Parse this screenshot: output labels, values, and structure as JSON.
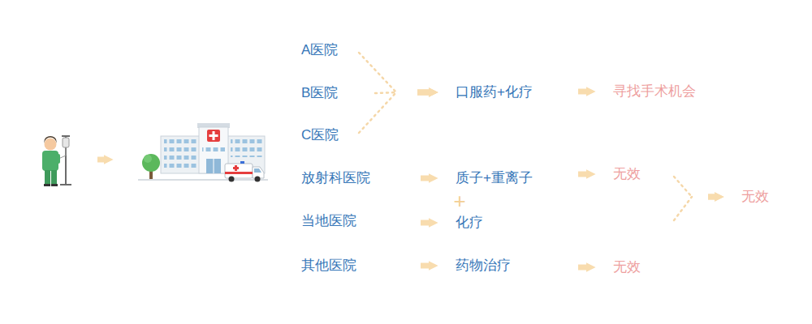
{
  "diagram": {
    "nodes": [
      {
        "text": [
          "A医院"
        ]
      },
      {
        "text": [
          "B医院"
        ]
      },
      {
        "text": [
          "C医院"
        ]
      },
      {
        "text": [
          "口服药+化疗"
        ]
      },
      {
        "text": [
          "寻找手术机会"
        ]
      },
      {
        "text": [
          "放射科医院"
        ]
      },
      {
        "text": [
          "质子+重离子"
        ]
      },
      {
        "text": [
          "无效"
        ]
      },
      {
        "text": [
          "无效"
        ]
      },
      {
        "text": [
          "当地医院"
        ]
      },
      {
        "text": [
          "化疗"
        ]
      },
      {
        "text": [
          "其他医院"
        ]
      },
      {
        "text": [
          "药物治疗"
        ]
      },
      {
        "text": [
          "无效"
        ]
      }
    ],
    "edges": [
      {
        "from": 0,
        "to": 3,
        "arrow": "to"
      },
      {
        "from": 1,
        "to": 3,
        "arrow": "to"
      },
      {
        "from": 2,
        "to": 3,
        "arrow": "to"
      },
      {
        "from": 3,
        "to": 4,
        "arrow": "to"
      },
      {
        "from": 5,
        "to": 6,
        "arrow": "to"
      },
      {
        "from": 6,
        "to": 7,
        "arrow": "to"
      },
      {
        "from": 7,
        "to": 8,
        "arrow": "to"
      },
      {
        "from": 10,
        "to": 8,
        "arrow": "to"
      },
      {
        "from": 9,
        "to": 10,
        "arrow": "to"
      },
      {
        "from": 11,
        "to": 12,
        "arrow": "to"
      },
      {
        "from": 12,
        "to": 13,
        "arrow": "to"
      }
    ],
    "labels": [
      "+"
    ]
  }
}
